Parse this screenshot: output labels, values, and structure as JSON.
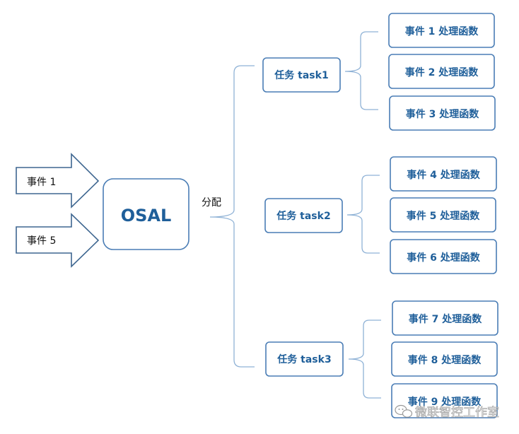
{
  "events": [
    "事件 1",
    "事件 5"
  ],
  "core": "OSAL",
  "dispatch_label": "分配",
  "tasks": [
    {
      "label": "任务 task1",
      "handlers": [
        "事件 1 处理函数",
        "事件 2 处理函数",
        "事件 3 处理函数"
      ]
    },
    {
      "label": "任务 task2",
      "handlers": [
        "事件 4 处理函数",
        "事件 5 处理函数",
        "事件 6 处理函数"
      ]
    },
    {
      "label": "任务 task3",
      "handlers": [
        "事件 7 处理函数",
        "事件 8 处理函数",
        "事件 9 处理函数"
      ]
    }
  ],
  "watermark": "微联智控工作室",
  "colors": {
    "box_stroke": "#4a7db5",
    "text_blue": "#1f5f9a",
    "brace": "#8fb2d6"
  }
}
